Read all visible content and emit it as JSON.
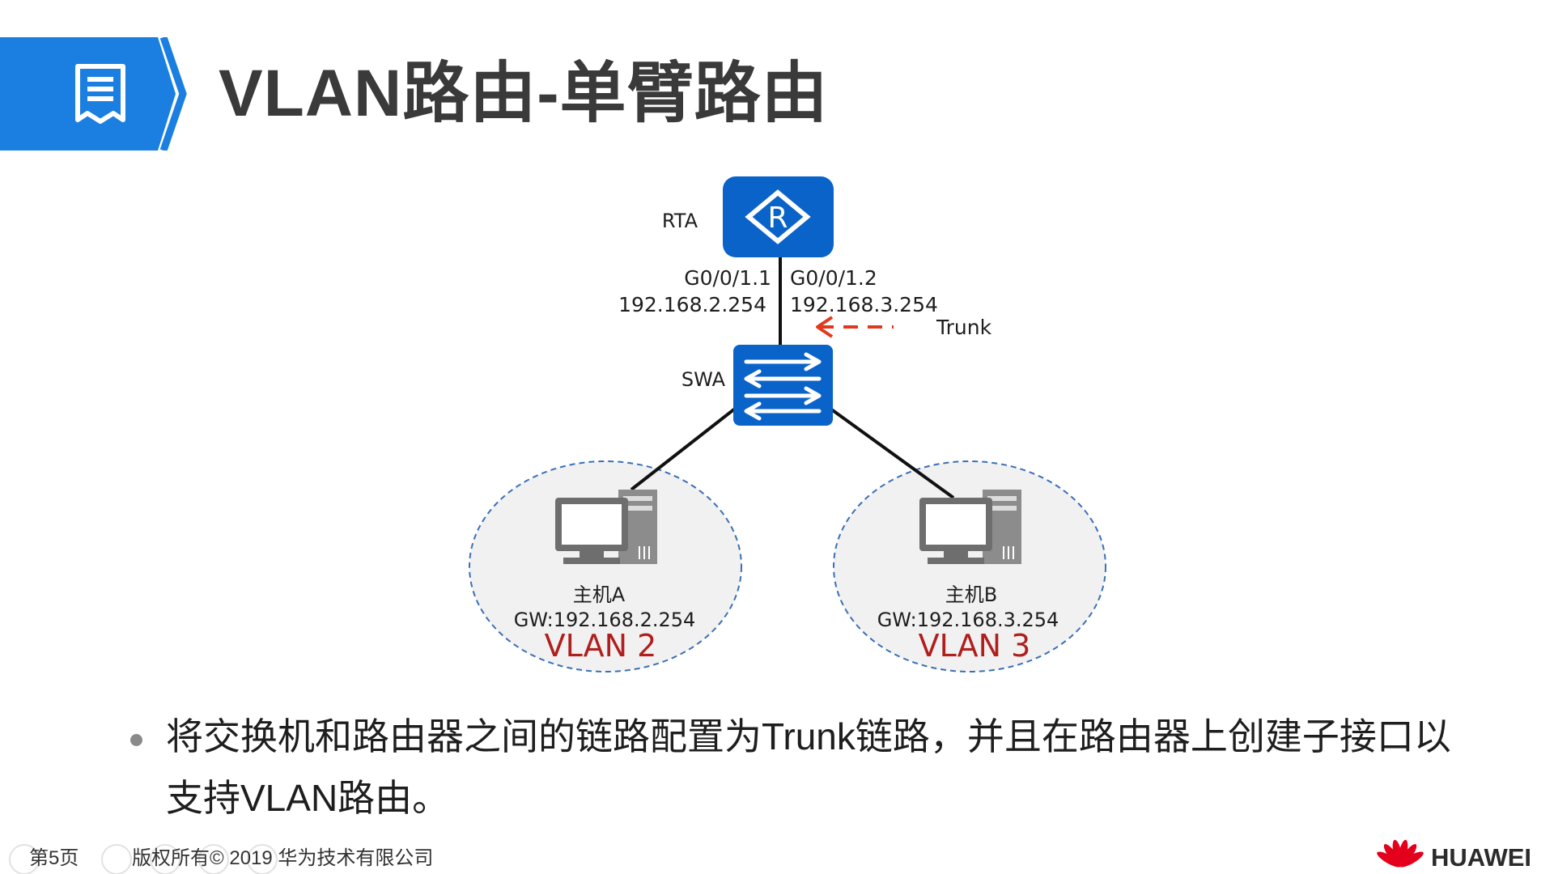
{
  "title": "VLAN路由-单臂路由",
  "colors": {
    "accent_blue": "#1a7fe0",
    "device_blue": "#0a63c9",
    "vlan_red": "#b01e1e",
    "trunk_red": "#e03a1e",
    "huawei_red": "#e4001d"
  },
  "icons": [
    "document-icon",
    "router-icon",
    "switch-icon",
    "computer-icon",
    "huawei-flower-icon"
  ],
  "diagram": {
    "router": {
      "name": "RTA"
    },
    "switch": {
      "name": "SWA"
    },
    "interfaces": [
      {
        "port": "G0/0/1.1",
        "ip": "192.168.2.254"
      },
      {
        "port": "G0/0/1.2",
        "ip": "192.168.3.254"
      }
    ],
    "trunk_label": "Trunk",
    "hosts": [
      {
        "name": "主机A",
        "gateway": "GW:192.168.2.254",
        "vlan": "VLAN 2"
      },
      {
        "name": "主机B",
        "gateway": "GW:192.168.3.254",
        "vlan": "VLAN 3"
      }
    ]
  },
  "bullet": "将交换机和路由器之间的链路配置为Trunk链路，并且在路由器上创建子接口以支持VLAN路由。",
  "footer": {
    "page": "第5页",
    "copyright": "版权所有© 2019 华为技术有限公司",
    "brand": "HUAWEI"
  }
}
